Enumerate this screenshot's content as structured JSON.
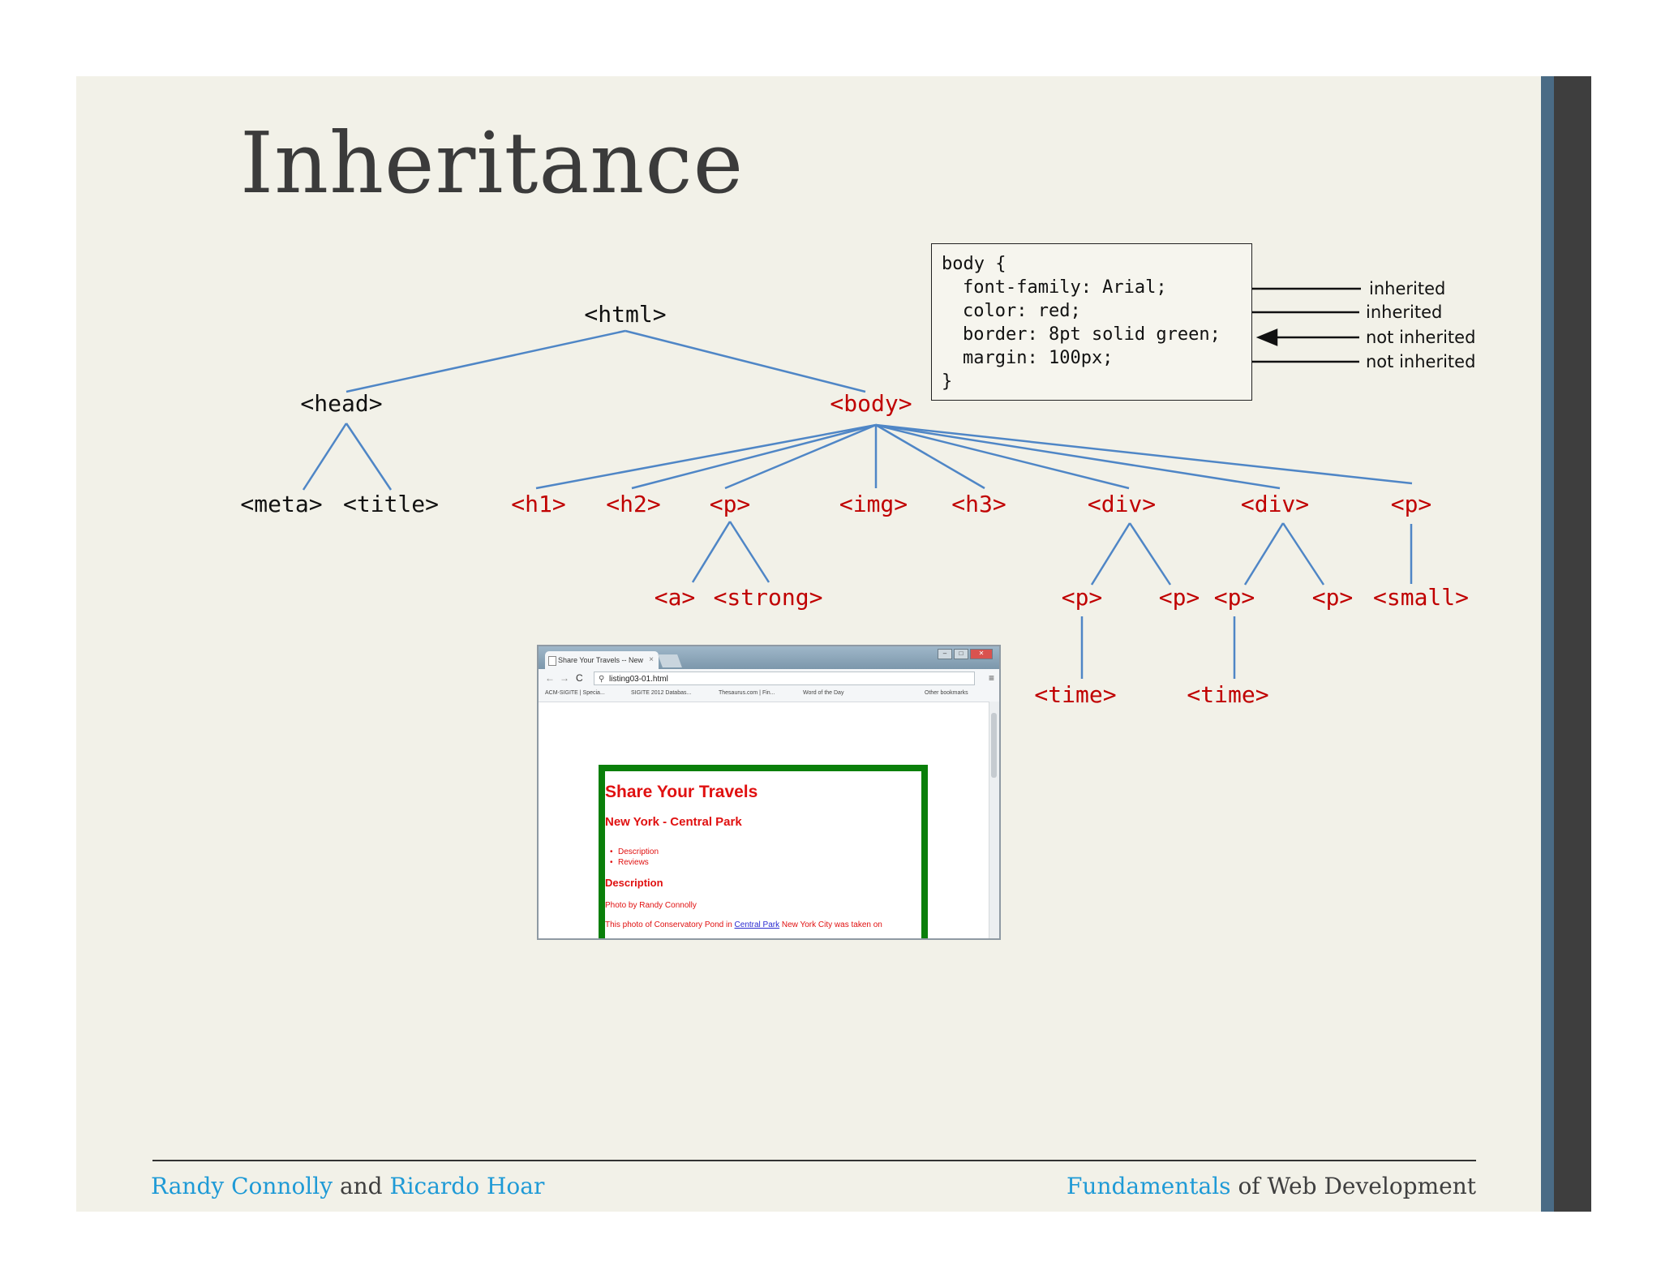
{
  "slide": {
    "title": "Inheritance"
  },
  "tree": {
    "html": "<html>",
    "head": "<head>",
    "body": "<body>",
    "meta": "<meta>",
    "title_tag": "<title>",
    "h1": "<h1>",
    "h2": "<h2>",
    "p1": "<p>",
    "img": "<img>",
    "h3": "<h3>",
    "div1": "<div>",
    "div2": "<div>",
    "p2": "<p>",
    "a": "<a>",
    "strong": "<strong>",
    "div1_p1": "<p>",
    "div1_p2": "<p>",
    "div2_p1": "<p>",
    "div2_p2": "<p>",
    "small": "<small>",
    "time1": "<time>",
    "time2": "<time>"
  },
  "css_rule": {
    "open": "body {",
    "lines": [
      "font-family: Arial;",
      "color: red;",
      "border: 8pt solid green;",
      "margin: 100px;"
    ],
    "close": "}",
    "annotations": [
      "inherited",
      "inherited",
      "not inherited",
      "not inherited"
    ]
  },
  "browser": {
    "tab_title": "Share Your Travels -- New",
    "tab_close": "×",
    "url": "listing03-01.html",
    "bookmarks": [
      "ACM-SIGITE | Specia...",
      "SIGITE 2012 Databas...",
      "Thesaurus.com | Fin...",
      "Word of the Day",
      "Other bookmarks"
    ],
    "page": {
      "h1": "Share Your Travels",
      "h2": "New York - Central Park",
      "list": [
        "Description",
        "Reviews"
      ],
      "h3": "Description",
      "p1": "Photo by Randy Connolly",
      "p2_before": "This photo of Conservatory Pond in ",
      "p2_link": "Central Park",
      "p2_after": " New York City was taken on"
    }
  },
  "footer": {
    "author1": "Randy Connolly",
    "and": "and",
    "author2": "Ricardo Hoar",
    "book_highlight": "Fundamentals",
    "book_rest": "of Web Development"
  },
  "colors": {
    "slide_bg": "#f2f1e8",
    "tree_line": "#4f86c6",
    "inherited_red": "#c00000",
    "accent_blue": "#1f9ad6",
    "side_bar_blue": "#4a6b85",
    "side_bar_dark": "#3e3e3e"
  }
}
